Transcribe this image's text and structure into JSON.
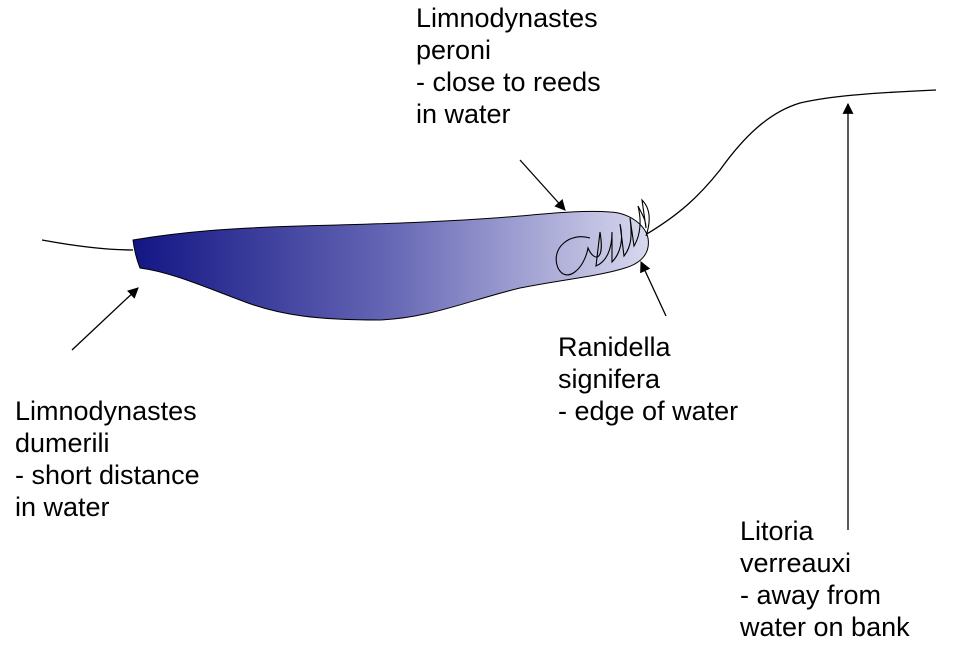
{
  "colors": {
    "background": "#ffffff",
    "ink": "#000000",
    "water_dark": "#131584",
    "water_mid": "#6667b5",
    "water_light": "#d8d8ee"
  },
  "labels": {
    "peroni": {
      "lines": [
        "Limnodynastes",
        "peroni",
        "- close to reeds",
        "in water"
      ]
    },
    "ranidella": {
      "lines": [
        "Ranidella",
        "signifera",
        "- edge of water"
      ]
    },
    "dumerili": {
      "lines": [
        "Limnodynastes",
        "dumerili",
        "- short distance",
        "in water"
      ]
    },
    "verreauxi": {
      "lines": [
        "Litoria",
        "verreauxi",
        "- away from",
        "water on bank"
      ]
    }
  }
}
